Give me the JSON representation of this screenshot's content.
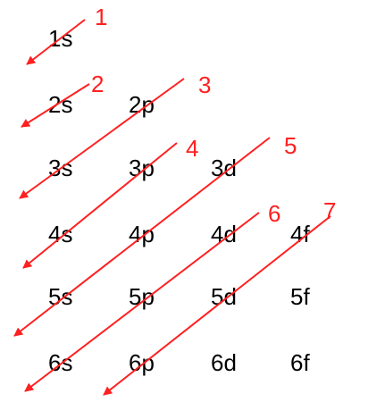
{
  "diagram": {
    "rows": [
      [
        "1s"
      ],
      [
        "2s",
        "2p"
      ],
      [
        "3s",
        "3p",
        "3d"
      ],
      [
        "4s",
        "4p",
        "4d",
        "4f"
      ],
      [
        "5s",
        "5p",
        "5d",
        "5f"
      ],
      [
        "6s",
        "6p",
        "6d",
        "6f"
      ]
    ],
    "arrow_numbers": [
      "1",
      "2",
      "3",
      "4",
      "5",
      "6",
      "7"
    ],
    "text_color": "#000000",
    "arrow_color": "#ff2020"
  }
}
